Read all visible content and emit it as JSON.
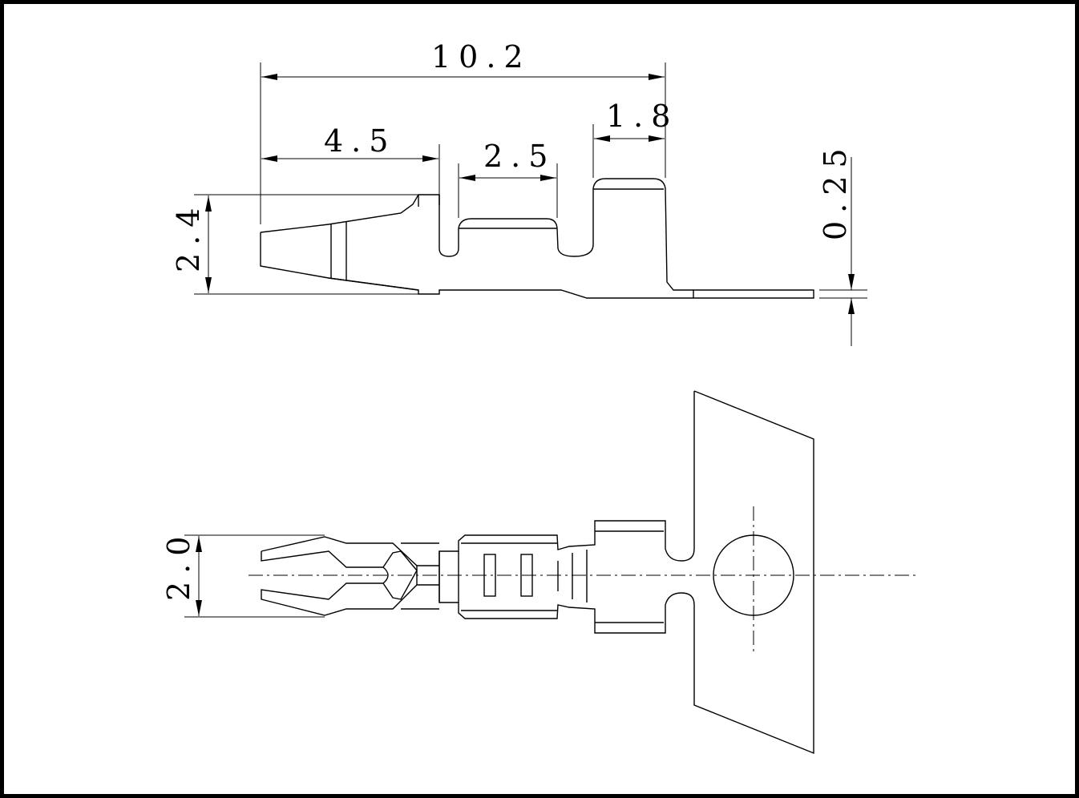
{
  "dimensions": {
    "overall_length": "10.2",
    "contact_length": "4.5",
    "conductor_crimp": "2.5",
    "insulation_crimp": "1.8",
    "side_height": "2.4",
    "thickness": "0.25",
    "top_width": "2.0"
  }
}
